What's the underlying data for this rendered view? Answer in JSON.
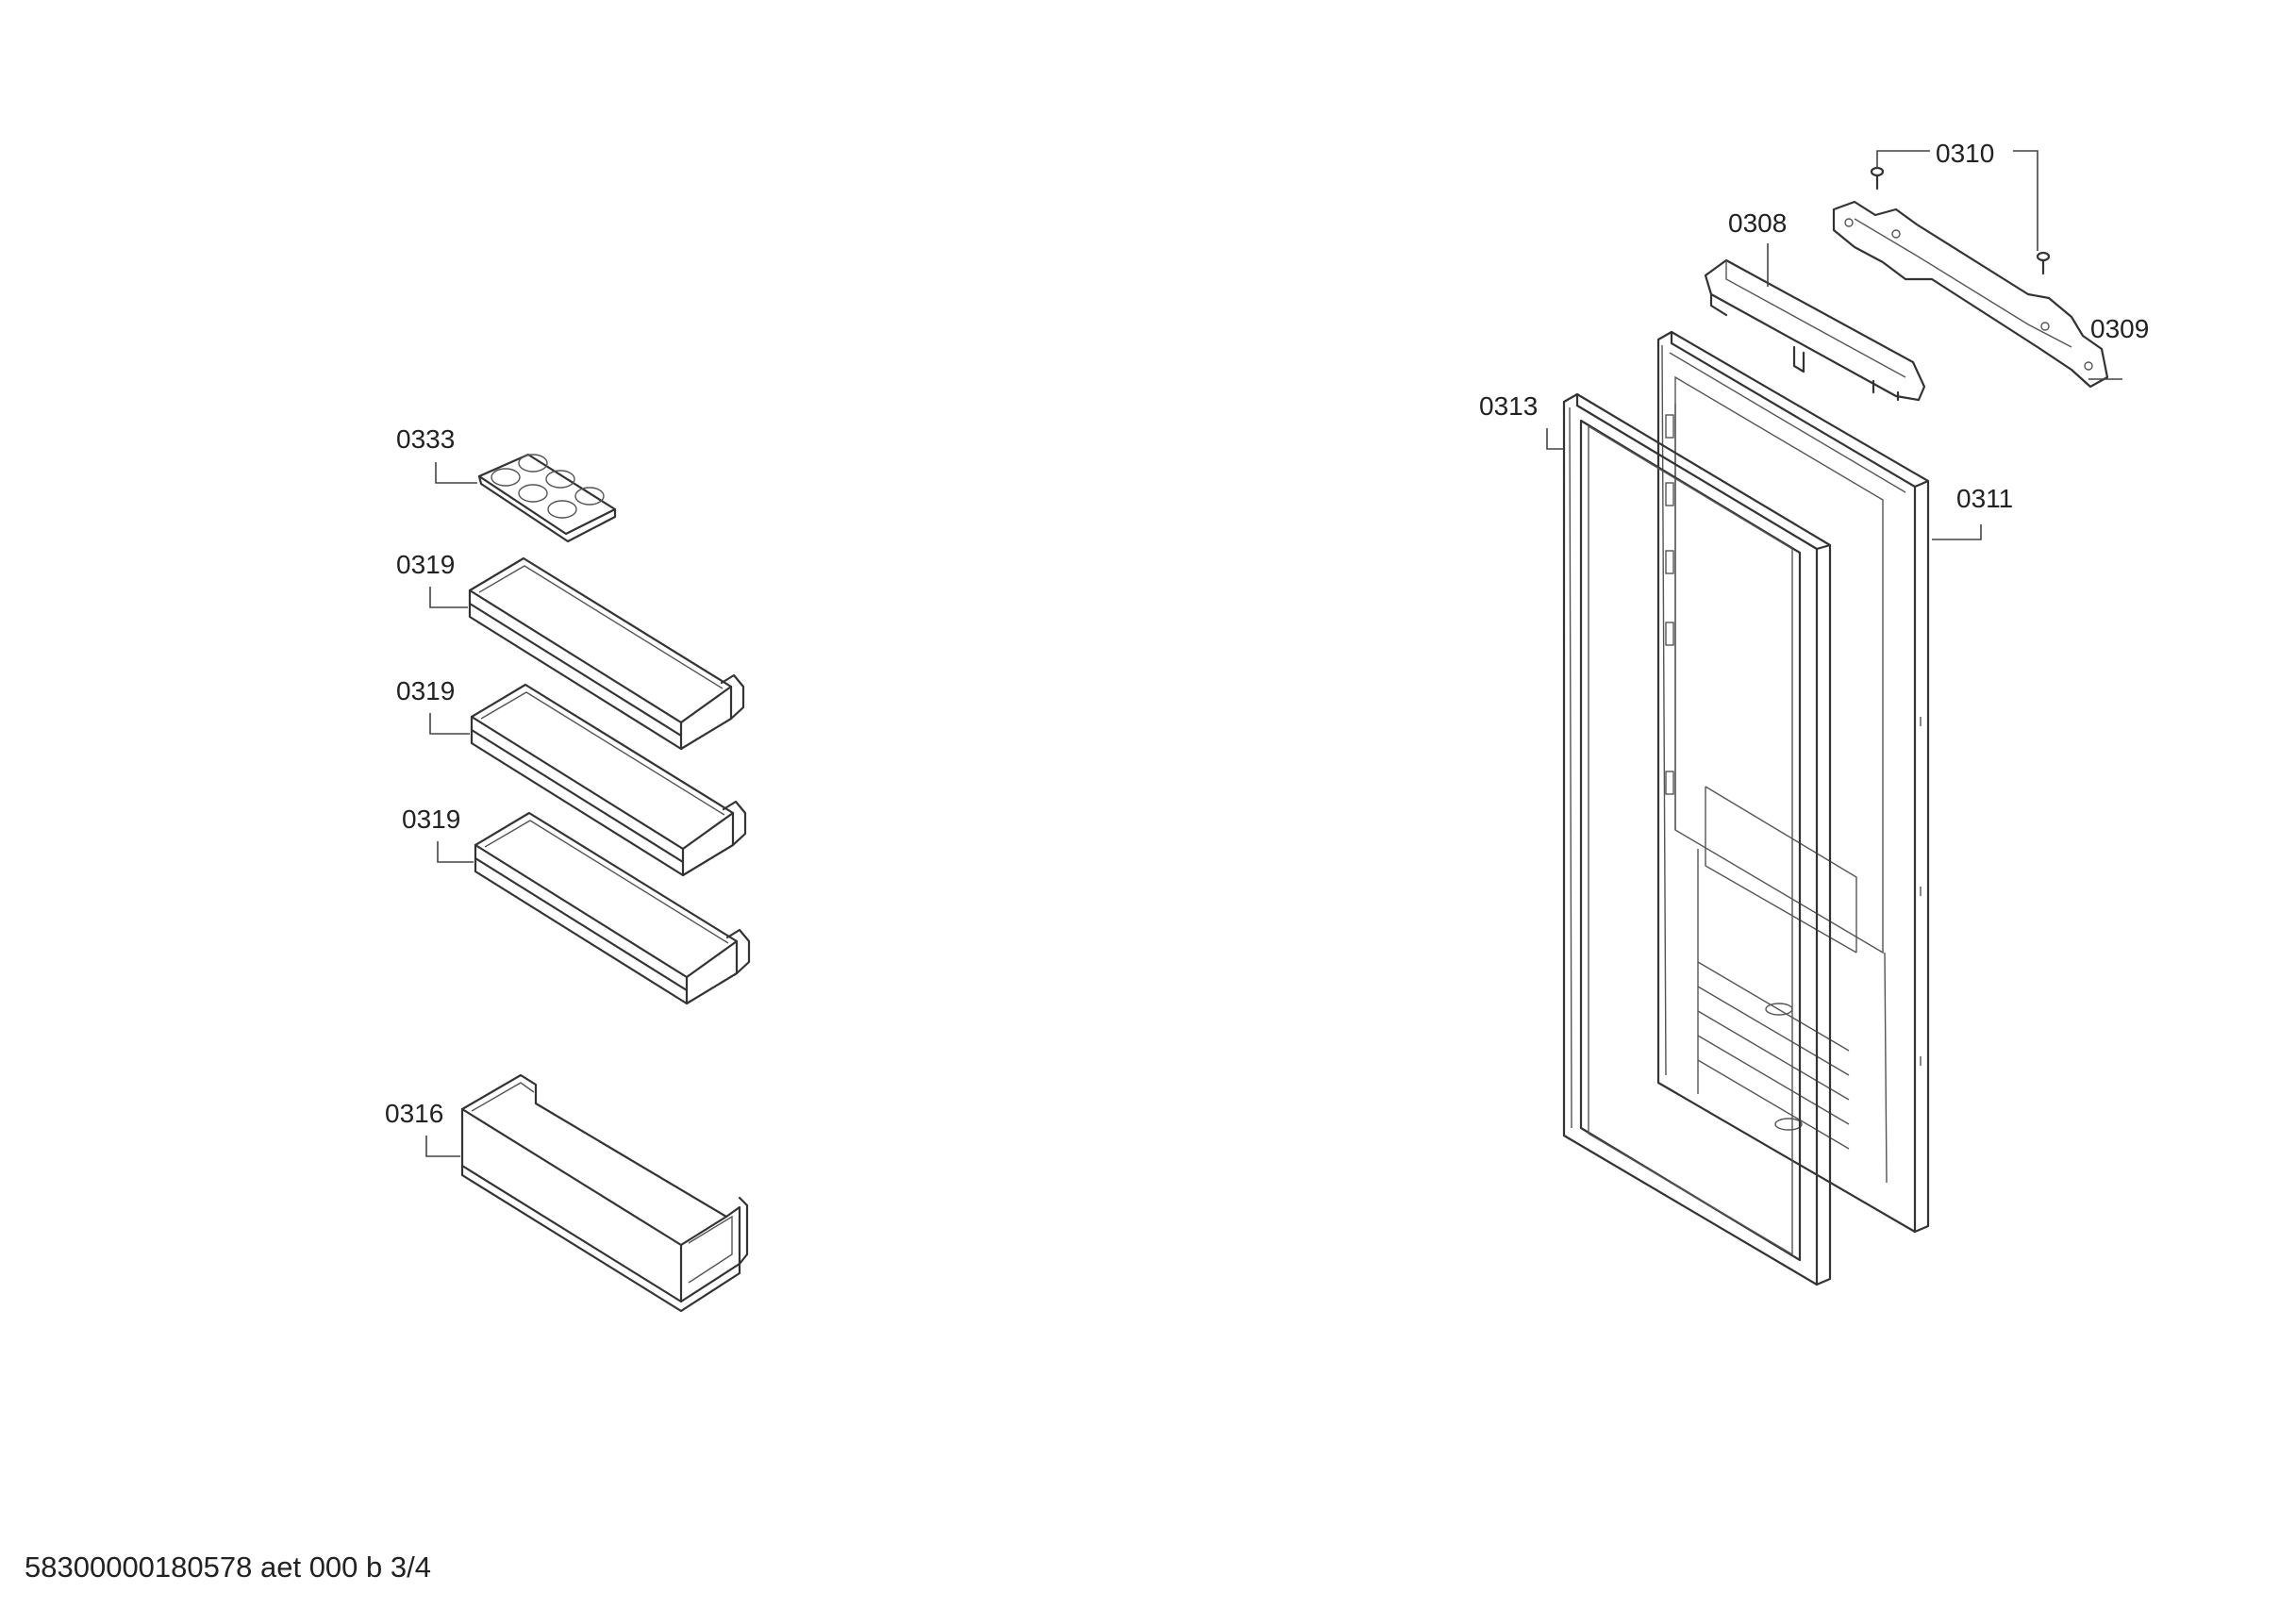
{
  "parts": [
    {
      "id": "egg_tray",
      "label": "0333"
    },
    {
      "id": "shelf_1",
      "label": "0319"
    },
    {
      "id": "shelf_2",
      "label": "0319"
    },
    {
      "id": "shelf_3",
      "label": "0319"
    },
    {
      "id": "bottle_shelf",
      "label": "0316"
    },
    {
      "id": "screws",
      "label": "0310"
    },
    {
      "id": "cover",
      "label": "0308"
    },
    {
      "id": "hinge",
      "label": "0309"
    },
    {
      "id": "gasket",
      "label": "0313"
    },
    {
      "id": "door",
      "label": "0311"
    }
  ],
  "footer": "58300000180578 aet 000 b 3/4"
}
